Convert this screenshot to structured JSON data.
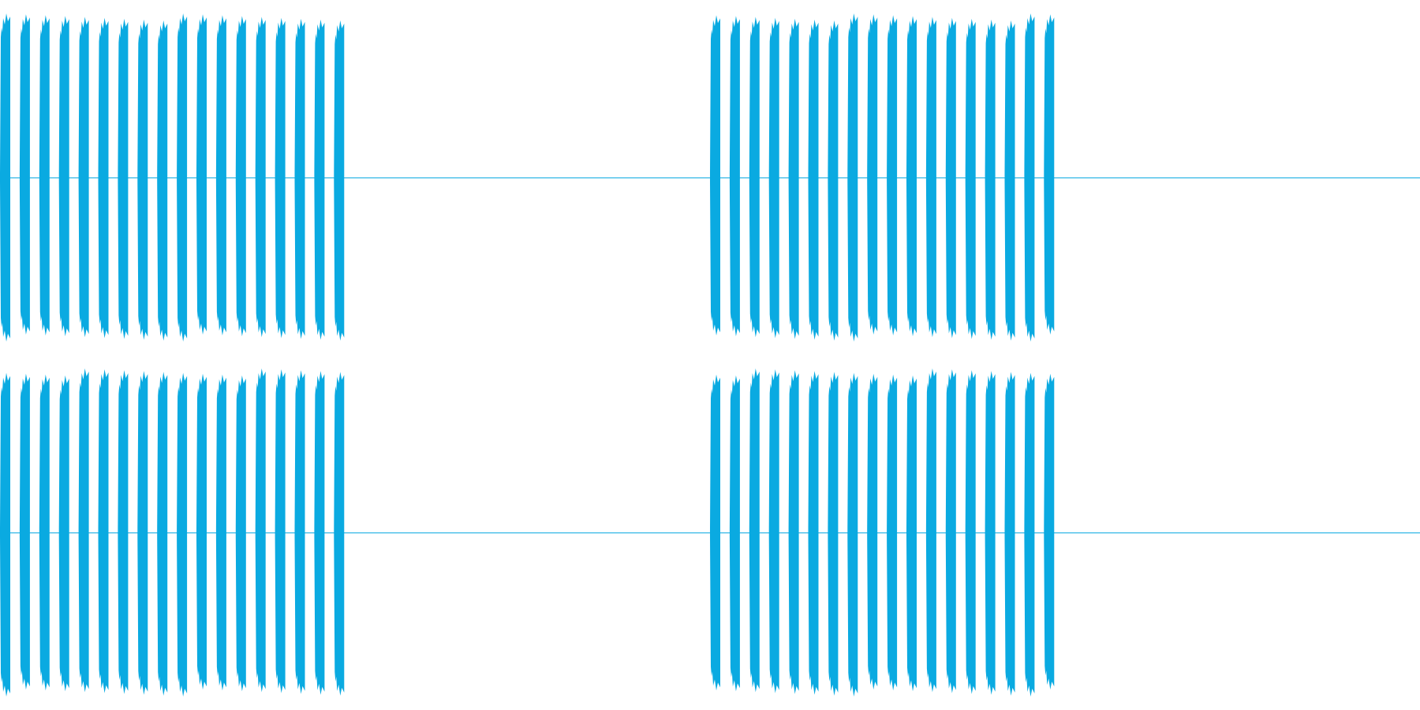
{
  "waveform": {
    "color": "#0aaae1",
    "background": "#ffffff",
    "channels": [
      {
        "name": "",
        "bursts": [
          {
            "start_fraction": 0.0,
            "pulses": 18
          },
          {
            "start_fraction": 0.5,
            "pulses": 18
          }
        ]
      },
      {
        "name": "",
        "bursts": [
          {
            "start_fraction": 0.0,
            "pulses": 18
          },
          {
            "start_fraction": 0.5,
            "pulses": 18
          }
        ]
      }
    ]
  }
}
